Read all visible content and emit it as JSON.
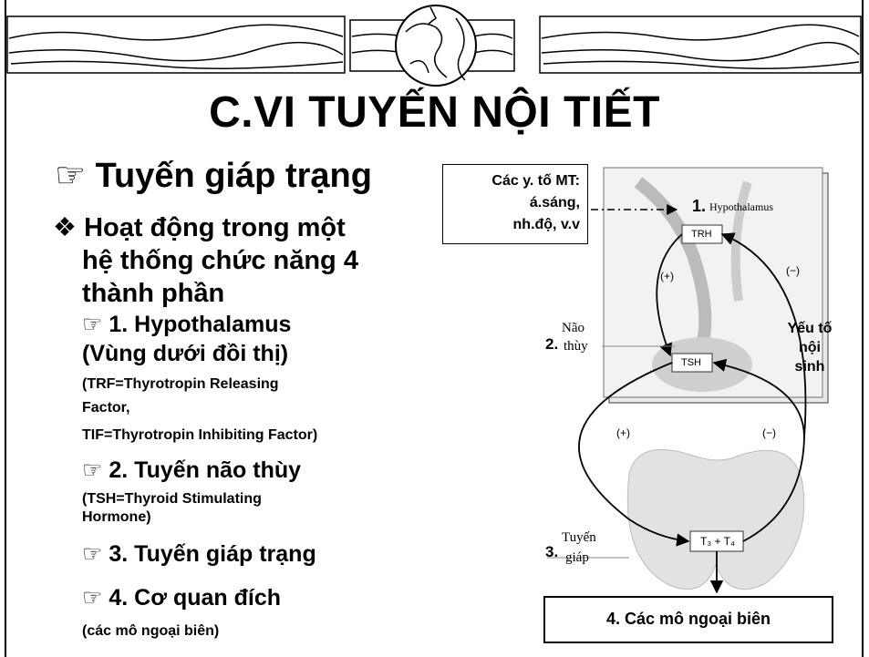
{
  "title": "C.VI  TUYẾN NỘI TIẾT",
  "heading": "Tuyến giáp trạng",
  "intro_line1": "Hoạt động trong một",
  "intro_line2": "hệ thống chức năng 4",
  "intro_line3": "thành phần",
  "items": {
    "hypo_line1": "1. Hypothalamus",
    "hypo_line2": "(Vùng dưới đồi thị)",
    "trf_line1": "(TRF=Thyrotropin Releasing",
    "trf_line2": "Factor,",
    "tif": "TIF=Thyrotropin Inhibiting Factor)",
    "pit": "2. Tuyến não thùy",
    "tsh_line1": "(TSH=Thyroid Stimulating",
    "tsh_line2": "Hormone)",
    "thy": "3. Tuyến giáp trạng",
    "target": "4. Cơ quan đích",
    "target_note": "(các mô ngoại biên)"
  },
  "icons": {
    "pointing_hand": "☞",
    "diamond_bullet": "❖",
    "small_hand": "☞"
  },
  "diagram": {
    "env_line1": "Các y. tố MT:",
    "env_line2": "á.sáng,",
    "env_line3": "nh.độ, v.v",
    "hypothalamus": "Hypothalamus",
    "num1": "1.",
    "trh": "TRH",
    "nao": "Não",
    "thuy": "thùy",
    "num2": "2.",
    "tsh": "TSH",
    "tuyen": "Tuyến",
    "giap": "giáp",
    "num3": "3.",
    "t3t4": "T₃ + T₄",
    "plus1": "(+)",
    "plus2": "(+)",
    "minus1": "(−)",
    "minus2": "(−)",
    "yeuto1": "Yếu tố",
    "yeuto2": "nội",
    "yeuto3": "sinh",
    "tissues": "4. Các mô ngoại biên"
  }
}
